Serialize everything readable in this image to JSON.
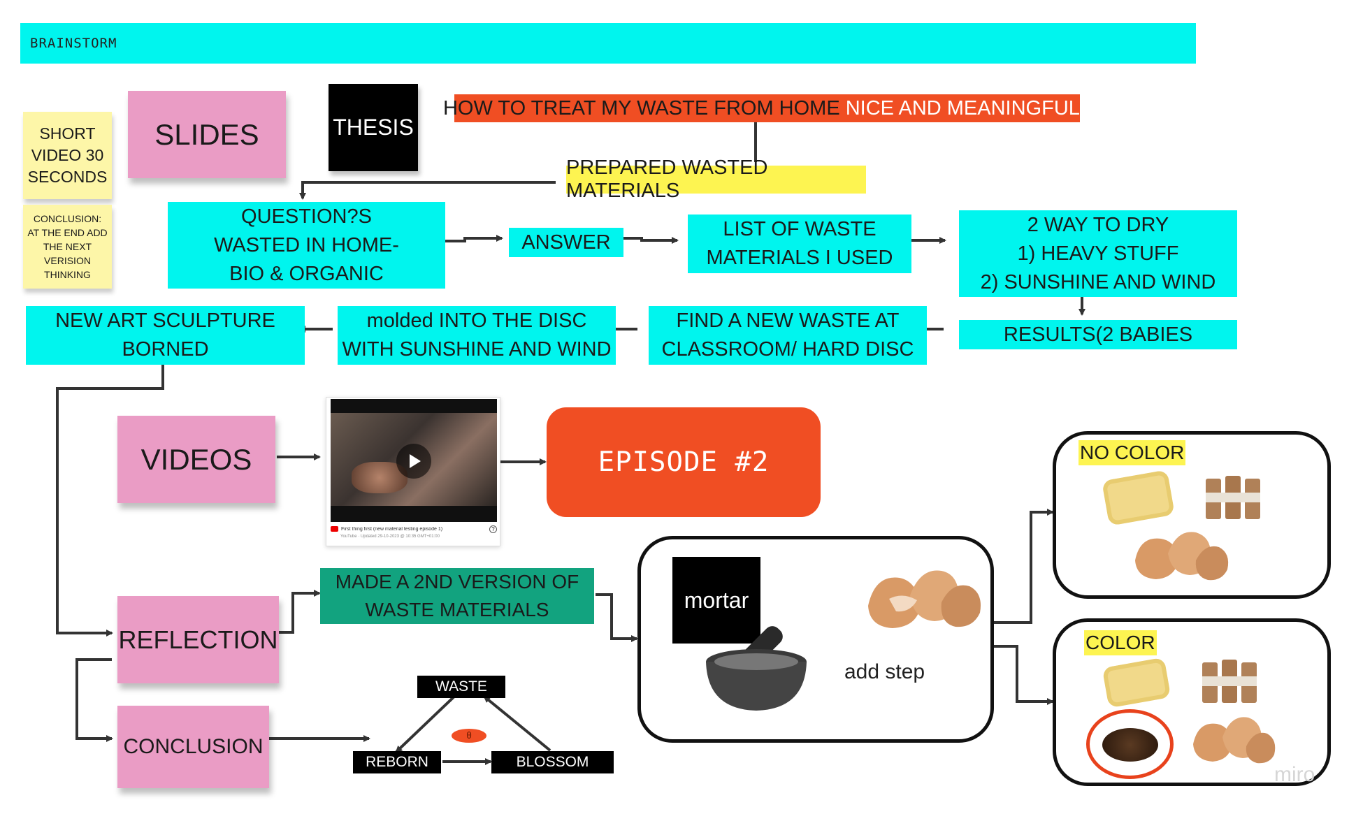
{
  "header": {
    "title": "BRAINSTORM"
  },
  "notes": {
    "short_video": "SHORT VIDEO 30 SECONDS",
    "conclusion_note": "CONCLUSION: AT THE END ADD THE NEXT VERISION THINKING"
  },
  "stickies": {
    "slides": "SLIDES",
    "videos": "VIDEOS",
    "reflection": "REFLECTION",
    "conclusion": "CONCLUSION"
  },
  "thesis": "THESIS",
  "question": {
    "part1": "HOW TO TREAT MY WASTE FROM HOME ",
    "part2": "NICE AND MEANINGFUL?"
  },
  "prepared": "PREPARED WASTED MATERIALS",
  "flow": {
    "questions_l1": "QUESTION?S",
    "questions_l2": "WASTED IN HOME-",
    "questions_l3": "BIO & ORGANIC",
    "answer": "ANSWER",
    "list_l1": "LIST OF WASTE",
    "list_l2": "MATERIALS I USED",
    "dry_l1": "2 WAY TO DRY",
    "dry_l2": "1) HEAVY STUFF",
    "dry_l3": "2) SUNSHINE AND WIND",
    "results": "RESULTS(2 BABIES",
    "find_l1": "FIND A NEW WASTE AT",
    "find_l2": "CLASSROOM/ HARD DISC",
    "molded_l1": "molded INTO THE DISC",
    "molded_l2": "WITH SUNSHINE AND WIND",
    "sculpture_l1": "NEW ART SCULPTURE",
    "sculpture_l2": "BORNED"
  },
  "video_card": {
    "caption": "First thing first (new material testing episode 1)",
    "meta": "YouTube · Updated 29-10-2023 @ 10:35 GMT+01:00"
  },
  "episode": "EPISODE #2",
  "second_version_l1": "MADE A 2ND VERSION OF",
  "second_version_l2": "WASTE MATERIALS",
  "mortar": "mortar",
  "add_step": "add step",
  "no_color": "NO COLOR",
  "color": "COLOR",
  "cycle": {
    "waste": "WASTE",
    "reborn": "REBORN",
    "blossom": "BLOSSOM",
    "badge": "0"
  },
  "watermark": "miro",
  "colors": {
    "cyan": "#00f5ee",
    "pink": "#ea9cc5",
    "red": "#f04e23",
    "teal": "#12a37f",
    "yellow": "#fdf451"
  }
}
